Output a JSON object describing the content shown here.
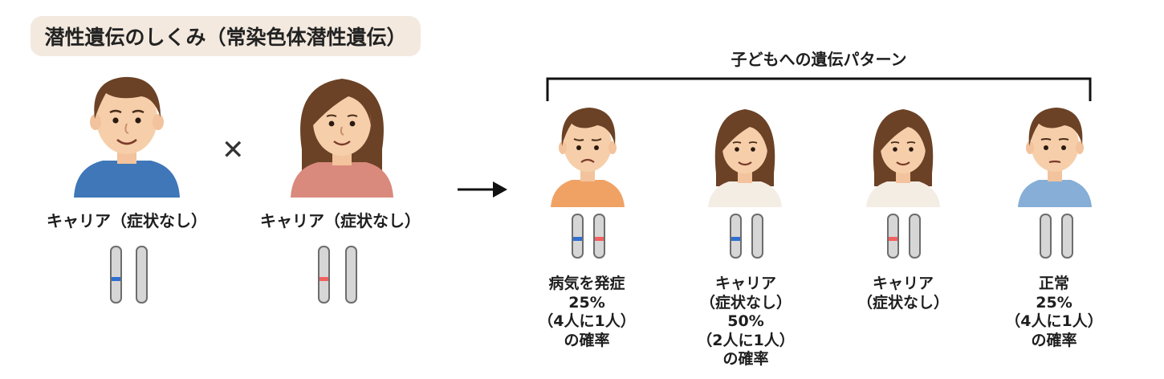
{
  "title": "潜性遺伝のしくみ（常染色体潜性遺伝）",
  "operator_symbol": "✕",
  "parents": [
    {
      "label": "キャリア（症状なし）",
      "gender": "male",
      "shirt_color": "#3f77b8",
      "band_color": "#2f6fd0"
    },
    {
      "label": "キャリア（症状なし）",
      "gender": "female",
      "shirt_color": "#d98a7c",
      "band_color": "#f26060"
    }
  ],
  "children_section": {
    "title": "子どもへの遺伝パターン",
    "children": [
      {
        "lines": [
          "病気を発症",
          "25%",
          "（4人に1人）",
          "の確率"
        ],
        "shirt_color": "#f0a264",
        "expression": "sad",
        "gender": "male",
        "bands": [
          "blue",
          "red"
        ]
      },
      {
        "lines": [
          "キャリア",
          "（症状なし）",
          "50%",
          "（2人に1人）",
          "の確率"
        ],
        "shirt_color": "#f4ede4",
        "expression": "smile",
        "gender": "female",
        "bands": [
          "blue",
          "none"
        ]
      },
      {
        "lines": [
          "キャリア",
          "（症状なし）"
        ],
        "shirt_color": "#f4ede4",
        "expression": "smile",
        "gender": "female",
        "bands": [
          "red",
          "none"
        ]
      },
      {
        "lines": [
          "正常",
          "25%",
          "（4人に1人）",
          "の確率"
        ],
        "shirt_color": "#86aed6",
        "expression": "neutral",
        "gender": "male",
        "bands": [
          "none",
          "none"
        ]
      }
    ]
  },
  "colors": {
    "blue_band": "#2f6fd0",
    "red_band": "#f26060",
    "skin": "#f6cfaa",
    "hair": "#6b4226"
  }
}
